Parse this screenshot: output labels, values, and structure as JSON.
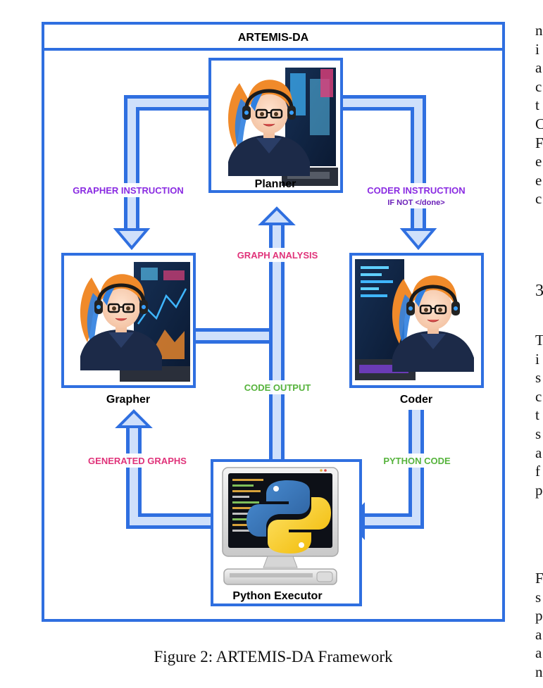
{
  "diagram": {
    "title": "ARTEMIS-DA",
    "nodes": {
      "planner": "Planner",
      "grapher": "Grapher",
      "coder": "Coder",
      "executor": "Python Executor"
    },
    "edges": {
      "grapher_instruction": "GRAPHER INSTRUCTION",
      "coder_instruction": "CODER INSTRUCTION",
      "coder_condition": "IF NOT </done>",
      "graph_analysis": "GRAPH ANALYSIS",
      "code_output": "CODE OUTPUT",
      "generated_graphs": "GENERATED GRAPHS",
      "python_code": "PYTHON CODE"
    },
    "caption": "Figure 2: ARTEMIS-DA Framework"
  },
  "colors": {
    "frame": "#2f6fe0",
    "arrow_fill": "#cfe0fb",
    "purple_label": "#8a2be2",
    "pink_label": "#e0337a",
    "green_label": "#56b33c",
    "hoodie": "#1c2a48",
    "hair": "#f08a2a",
    "hair_blue": "#2f7fe0"
  },
  "column_text": {
    "lines_top": [
      "n",
      "i",
      "a",
      "c",
      "t",
      "C",
      "F",
      "e",
      "e",
      "c"
    ],
    "section_heading": "3",
    "lines_mid": [
      "T",
      "i",
      "s",
      "c",
      "t",
      "s",
      "a",
      "f",
      "p"
    ],
    "lines_bottom": [
      "F",
      "s",
      "p",
      "a",
      "a",
      "n"
    ]
  }
}
